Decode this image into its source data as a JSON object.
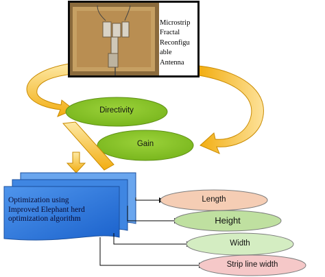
{
  "photo": {
    "caption": "Microstrip Fractal Reconfigu able Antenna",
    "caption_lines": [
      "Microstrip",
      "Fractal",
      "Reconfigu",
      "able",
      "Antenna"
    ]
  },
  "ellipses": {
    "directivity": "Directivity",
    "gain": "Gain"
  },
  "optimization": {
    "text": "Optimization using Improved Elephant herd optimization algorithm",
    "lines": [
      "Optimization using",
      "Improved Elephant herd",
      "optimization algorithm"
    ]
  },
  "parameters": [
    {
      "label": "Length",
      "color": "#f5cdb4"
    },
    {
      "label": "Height",
      "color": "#bfe0a0"
    },
    {
      "label": "Width",
      "color": "#d4edc2"
    },
    {
      "label": "Strip line width",
      "color": "#f5c8c8"
    }
  ],
  "colors": {
    "arrow_gold": "#f6b41a",
    "ellipse_green": "#86c524",
    "doc_blue": "#1f6fd6",
    "doc_light": "#6aa6ee"
  }
}
